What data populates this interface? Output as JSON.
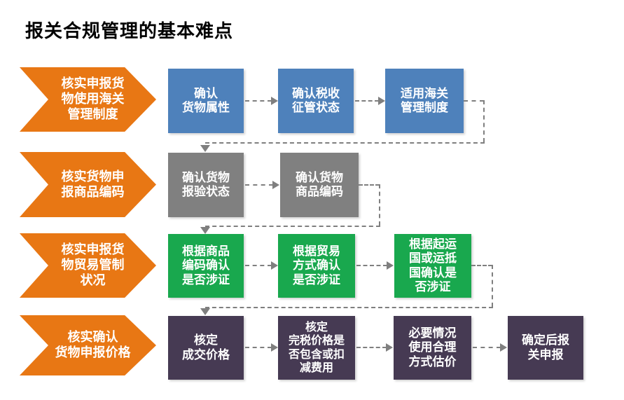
{
  "title": "报关合规管理的基本难点",
  "colors": {
    "stage_arrow_orange": "#E87714",
    "row1_blue": "#4E81BB",
    "row2_gray": "#808080",
    "row3_green": "#19A84E",
    "row4_purple": "#463A53",
    "connector_gray": "#7F7F7F",
    "box_text": "#FFFFFF",
    "title_text": "#000000"
  },
  "rows": [
    {
      "arrow_label": "核实申报货\n物使用海关\n管理制度",
      "boxes": [
        "确认\n货物属性",
        "确认税收\n征管状态",
        "适用海关\n管理制度"
      ]
    },
    {
      "arrow_label": "核实货物申\n报商品编码",
      "boxes": [
        "确认货物\n报验状态",
        "确认货物\n商品编码"
      ]
    },
    {
      "arrow_label": "核实申报货\n物贸易管制\n状况",
      "boxes": [
        "根据商品\n编码确认\n是否涉证",
        "根据贸易\n方式确认\n是否涉证",
        "根据起运\n国或运抵\n国确认是\n否涉证"
      ]
    },
    {
      "arrow_label": "核实确认\n货物申报价格",
      "boxes": [
        "核定\n成交价格",
        "核定\n完税价格是\n否包含或扣\n减费用",
        "必要情况\n使用合理\n方式估价",
        "确定后报\n关申报"
      ]
    }
  ]
}
